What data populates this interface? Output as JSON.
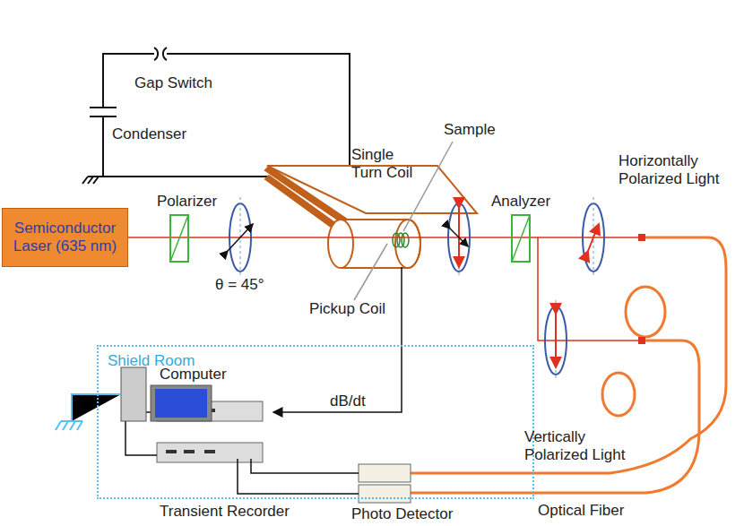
{
  "diagram": {
    "nodes": [
      {
        "text": [
          "Shield Room"
        ]
      },
      {
        "text": [
          "Semiconductor Laser (635 nm)"
        ]
      }
    ],
    "labels": [
      "Gap Switch",
      "Condenser",
      "Single Turn Coil",
      "Sample",
      "Horizontally Polarized Light",
      "Polarizer",
      "θ = 45°",
      "Pickup Coil",
      "Analyzer",
      "Computer",
      "dB/dt",
      "Vertically Polarized Light",
      "Transient Recorder",
      "Photo Detector",
      "Optical Fiber"
    ]
  }
}
